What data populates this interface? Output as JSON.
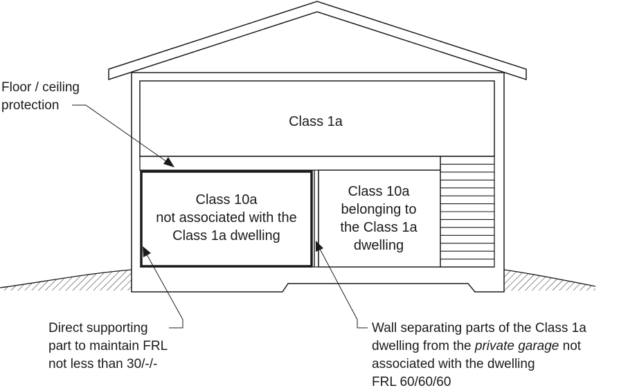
{
  "rooms": {
    "upper": "Class 1a",
    "garage_left": [
      "Class 10a",
      "not associated with the",
      "Class 1a dwelling"
    ],
    "garage_right": [
      "Class 10a",
      "belonging to",
      "the Class 1a",
      "dwelling"
    ]
  },
  "callouts": {
    "floor_ceiling": [
      "Floor / ceiling",
      "protection"
    ],
    "support": [
      "Direct supporting",
      "part to maintain FRL",
      "not less than 30/-/-"
    ],
    "wall": {
      "line1": "Wall separating parts of the Class 1a",
      "line2_before": "dwelling from the ",
      "line2_italic": "private garage",
      "line2_after": " not",
      "line3": "associated with the dwelling",
      "line4": "FRL 60/60/60"
    }
  }
}
